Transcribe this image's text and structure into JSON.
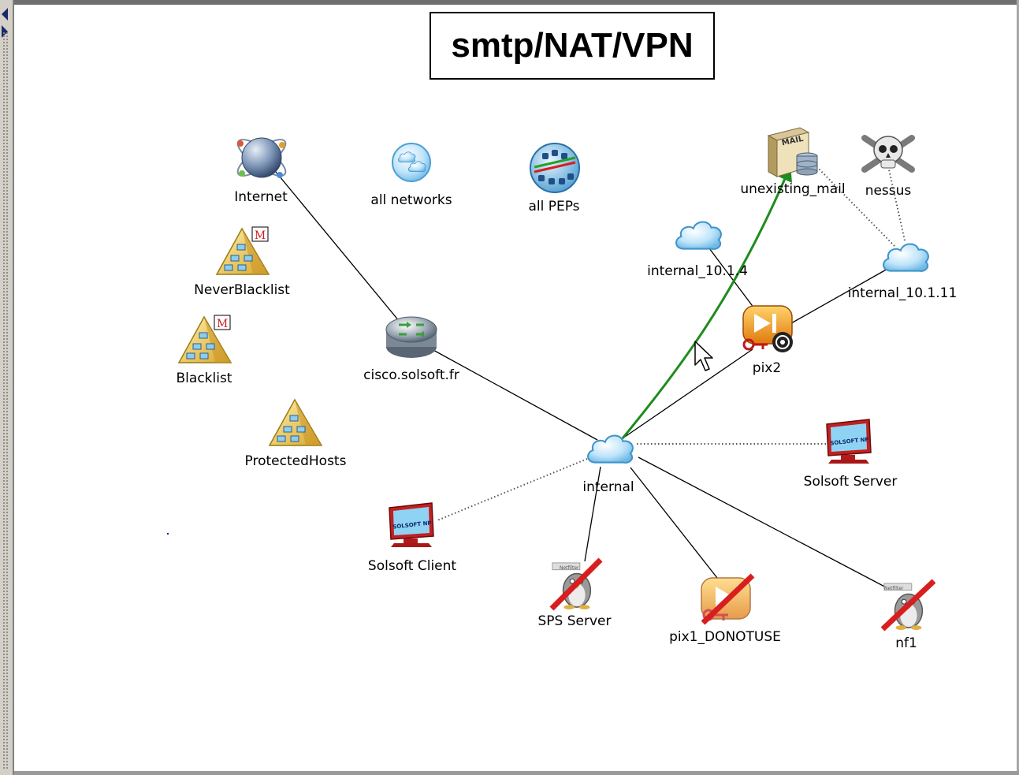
{
  "diagram": {
    "title": "smtp/NAT/VPN",
    "nodes": {
      "internet": "Internet",
      "all_networks": "all networks",
      "all_peps": "all PEPs",
      "unexisting_mail": "unexisting_mail",
      "nessus": "nessus",
      "neverblacklist": "NeverBlacklist",
      "blacklist": "Blacklist",
      "protectedhosts": "ProtectedHosts",
      "cisco": "cisco.solsoft.fr",
      "internal_10_1_4": "internal_10.1.4",
      "internal_10_1_11": "internal_10.1.11",
      "pix2": "pix2",
      "internal": "internal",
      "solsoft_server": "Solsoft Server",
      "solsoft_client": "Solsoft Client",
      "sps_server": "SPS Server",
      "pix1": "pix1_DONOTUSE",
      "nf1": "nf1"
    },
    "badges": {
      "mail": "MAIL",
      "group_marker": "M",
      "screen": "SOLSOFT NP",
      "netfilter": "Netfilter"
    },
    "colors": {
      "flow_arrow": "#1e8c1e",
      "cloud": "#a9d8f5",
      "forbidden": "#d81e1e"
    }
  }
}
